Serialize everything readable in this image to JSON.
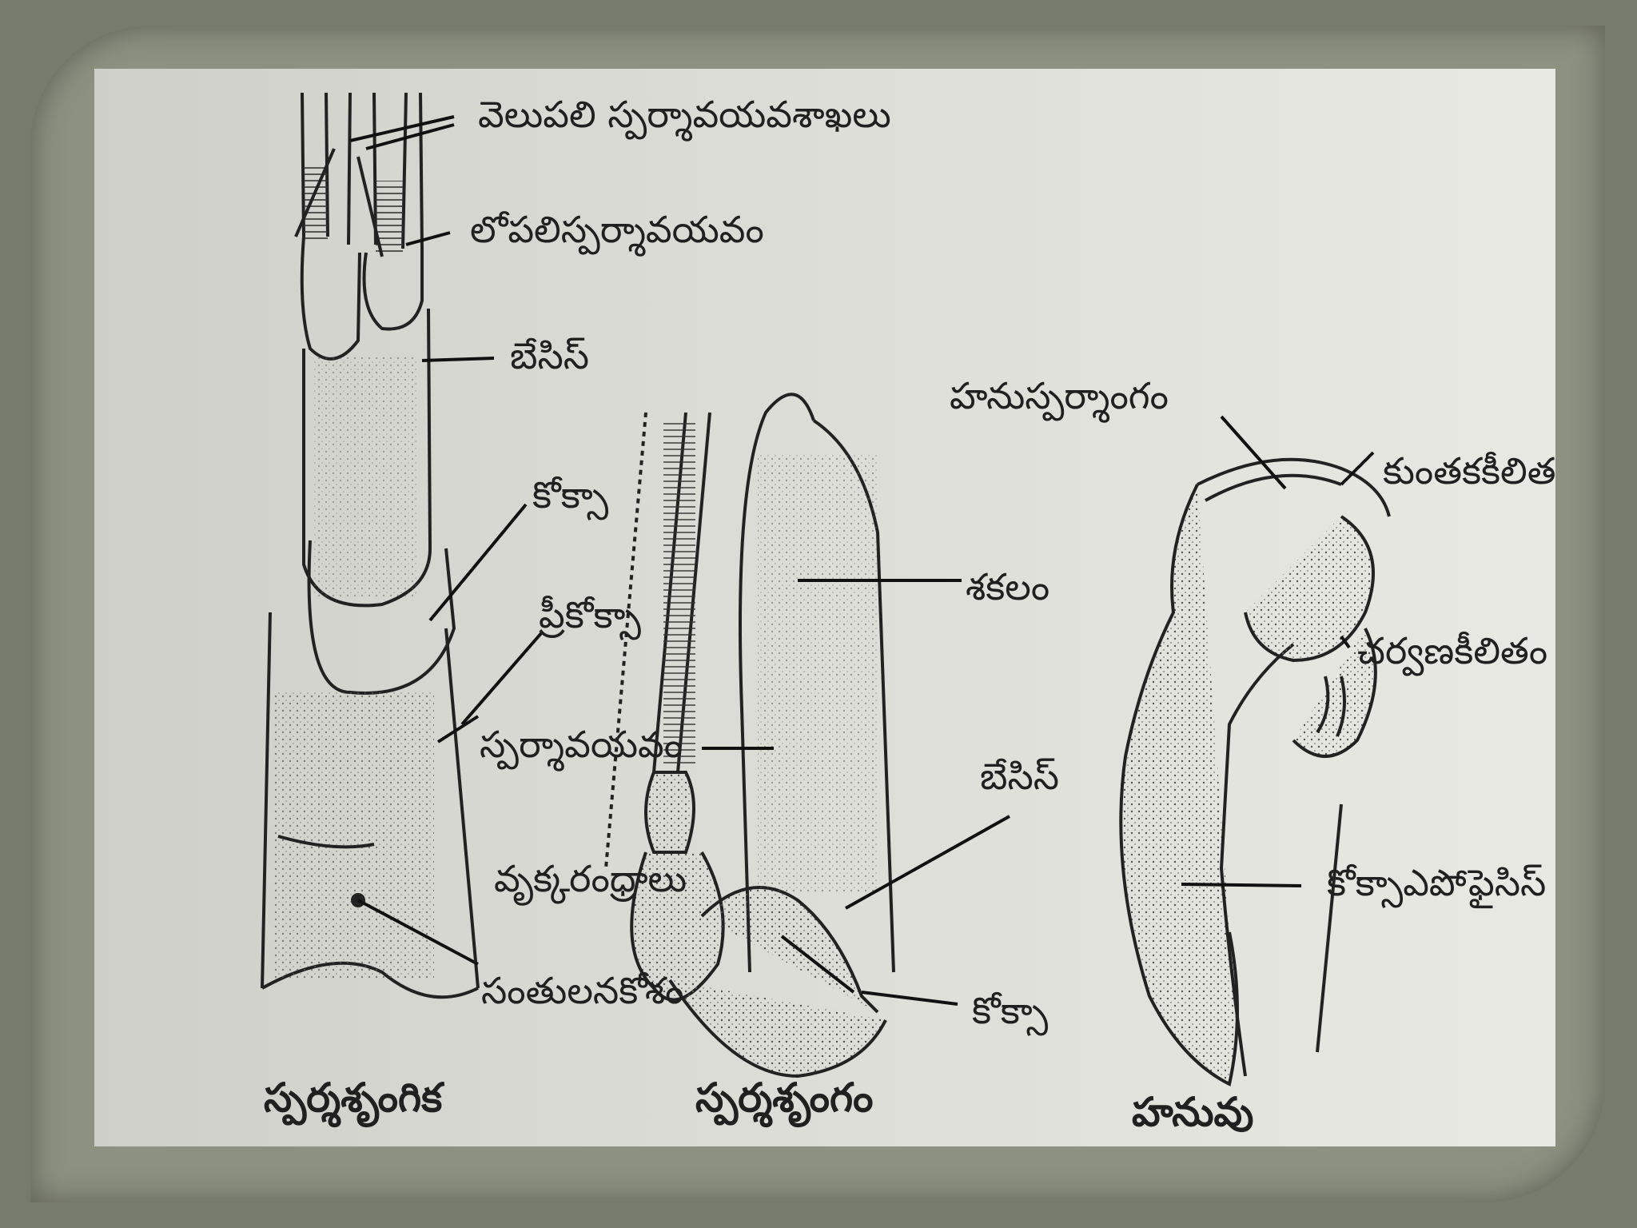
{
  "labels": {
    "outer_branches": "వెలుపలి స్పర్శావయవశాఖలు",
    "inner_appendage": "లోపలిస్పర్శావయవం",
    "basis_1": "బేసిస్",
    "coxa_1": "కోక్సా",
    "precoxa": "ప్రీకోక్సా",
    "sparshavayavam": "స్పర్శావయవం",
    "balance_organ": "సంతులనకోశం",
    "shakalam": "శకలం",
    "basis_2": "బేసిస్",
    "renal_pores": "వృక్కరంధ్రాలు",
    "coxa_2": "కోక్సా",
    "hanusparshangam": "హనుస్పర్శాంగం",
    "incisor": "కుంతకకీలితం",
    "molar": "చర్వణకీలితం",
    "coxapophysis": "కోక్సాఎపోఫైసిస్"
  },
  "captions": {
    "antennule": "స్పర్శశృంగిక",
    "antenna": "స్పర్శశృంగం",
    "mandible": "హనువు"
  }
}
